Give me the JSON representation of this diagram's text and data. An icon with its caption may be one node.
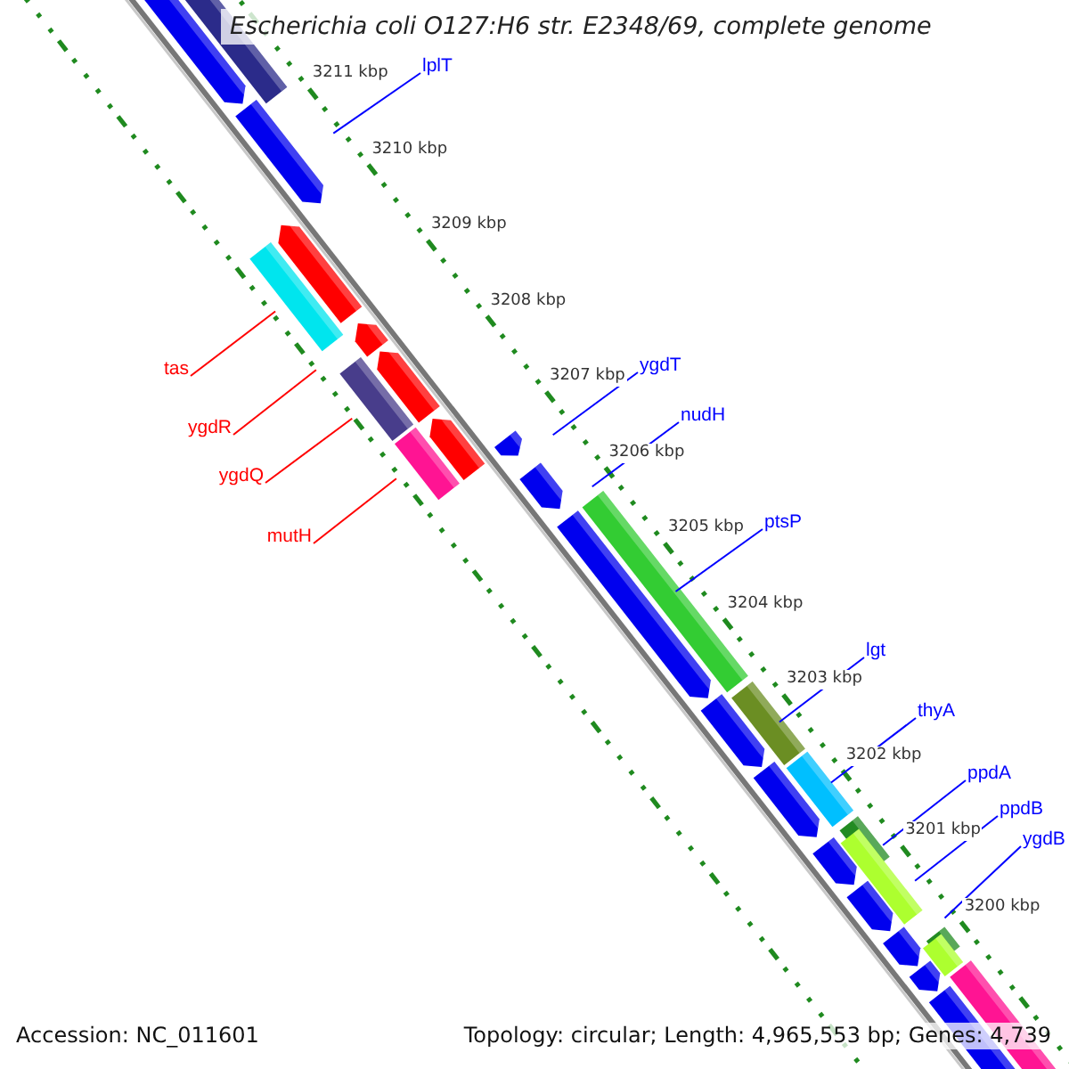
{
  "diagram": {
    "title": "Escherichia coli O127:H6 str. E2348/69, complete genome",
    "nodes": [
      {
        "text": [
          "lplT"
        ]
      },
      {
        "text": [
          "ygdT"
        ]
      },
      {
        "text": [
          "tas"
        ]
      },
      {
        "text": [
          "nudH"
        ]
      },
      {
        "text": [
          "ygdR"
        ]
      },
      {
        "text": [
          "ygdQ"
        ]
      },
      {
        "text": [
          "ptsP"
        ]
      },
      {
        "text": [
          "mutH"
        ]
      },
      {
        "text": [
          "lgt"
        ]
      },
      {
        "text": [
          "thyA"
        ]
      },
      {
        "text": [
          "ppdA"
        ]
      },
      {
        "text": [
          "ppdB"
        ]
      },
      {
        "text": [
          "ygdB"
        ]
      }
    ],
    "edges": [
      {
        "from": 0,
        "to": null,
        "arrow": "none"
      },
      {
        "from": 1,
        "to": null,
        "arrow": "none"
      },
      {
        "from": 2,
        "to": null,
        "arrow": "none",
        "color": "#ff0000"
      },
      {
        "from": 3,
        "to": null,
        "arrow": "none"
      },
      {
        "from": 4,
        "to": null,
        "arrow": "none",
        "color": "#ff0000"
      },
      {
        "from": 5,
        "to": null,
        "arrow": "none",
        "color": "#ff0000"
      },
      {
        "from": 6,
        "to": null,
        "arrow": "none"
      },
      {
        "from": 7,
        "to": null,
        "arrow": "none",
        "color": "#ff0000"
      },
      {
        "from": 8,
        "to": null,
        "arrow": "none"
      },
      {
        "from": 9,
        "to": null,
        "arrow": "none"
      },
      {
        "from": 10,
        "to": null,
        "arrow": "none"
      },
      {
        "from": 11,
        "to": null,
        "arrow": "none"
      },
      {
        "from": 12,
        "to": null,
        "arrow": "none"
      }
    ],
    "labels": [
      "3211 kbp",
      "3210 kbp",
      "3209 kbp",
      "3208 kbp",
      "3207 kbp",
      "3206 kbp",
      "3205 kbp",
      "3204 kbp",
      "3203 kbp",
      "3202 kbp",
      "3201 kbp",
      "3200 kbp",
      "Accession: NC_011601",
      "Topology: circular; Length: 4,965,553 bp; Genes: 4,739"
    ]
  }
}
